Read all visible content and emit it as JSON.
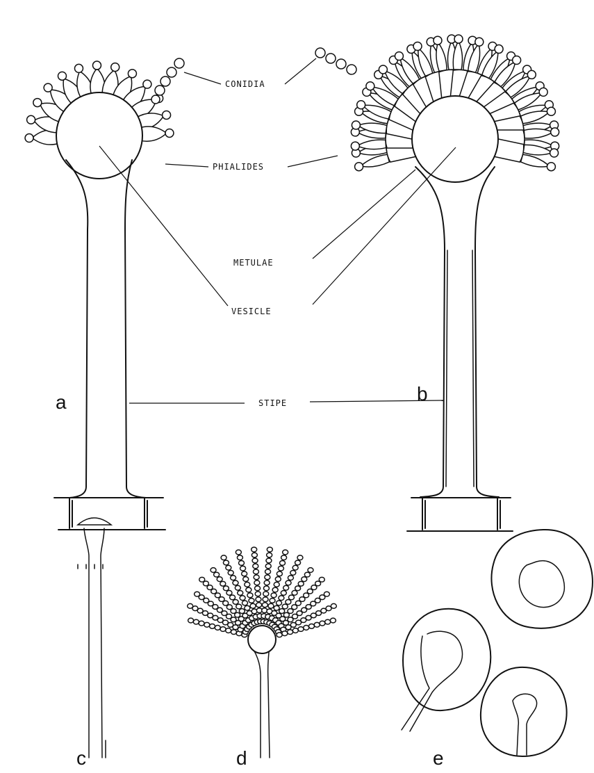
{
  "labels": {
    "conidia": "CONIDIA",
    "phialides": "PHIALIDES",
    "metulae": "METULAE",
    "vesicle": "VESICLE",
    "stipe": "STIPE"
  },
  "panels": {
    "a": "a",
    "b": "b",
    "c": "c",
    "d": "d",
    "e": "e"
  },
  "colors": {
    "ink": "#111111",
    "paper": "#ffffff"
  }
}
